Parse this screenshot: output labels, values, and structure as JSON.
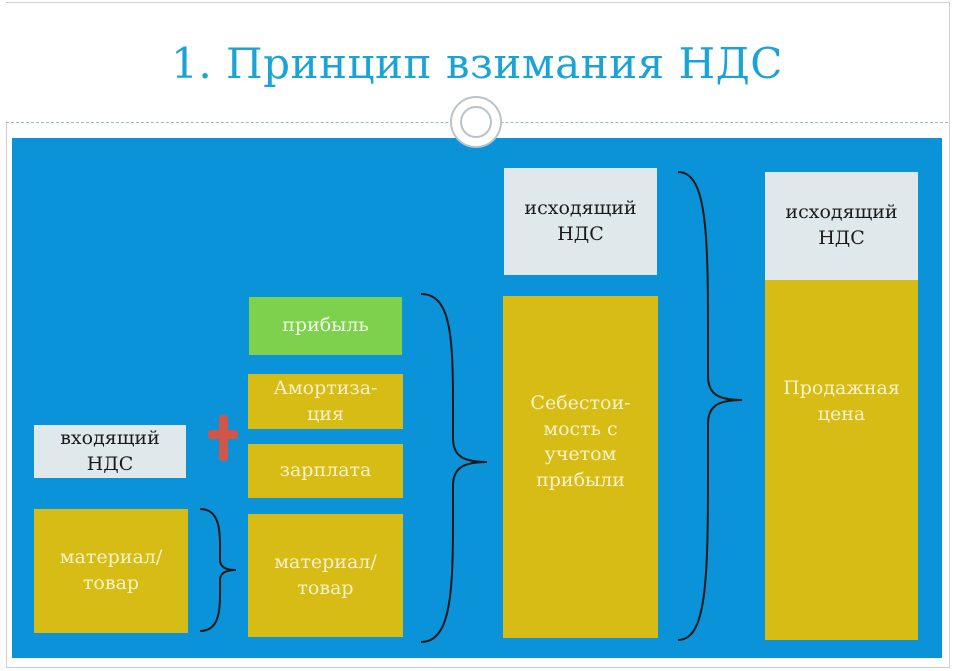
{
  "title": "1. Принцип взимания НДС",
  "boxes": {
    "input_vat": "входящий НДС",
    "material_left": "материал/ товар",
    "profit": "прибыль",
    "depreciation": "Амортиза- ция",
    "salary": "зарплата",
    "material_mid": "материал/ товар",
    "output_vat_1": "исходящий НДС",
    "cost_with_profit": "Себестои- мость с учетом прибыли",
    "output_vat_2": "исходящий НДС",
    "sale_price": "Продажная цена"
  },
  "colors": {
    "background": "#0a93d9",
    "title": "#1aa3d6",
    "mustard": "#d8bc16",
    "green": "#7ed14c",
    "grey": "#dfe8ea",
    "plus": "#d0564a"
  }
}
